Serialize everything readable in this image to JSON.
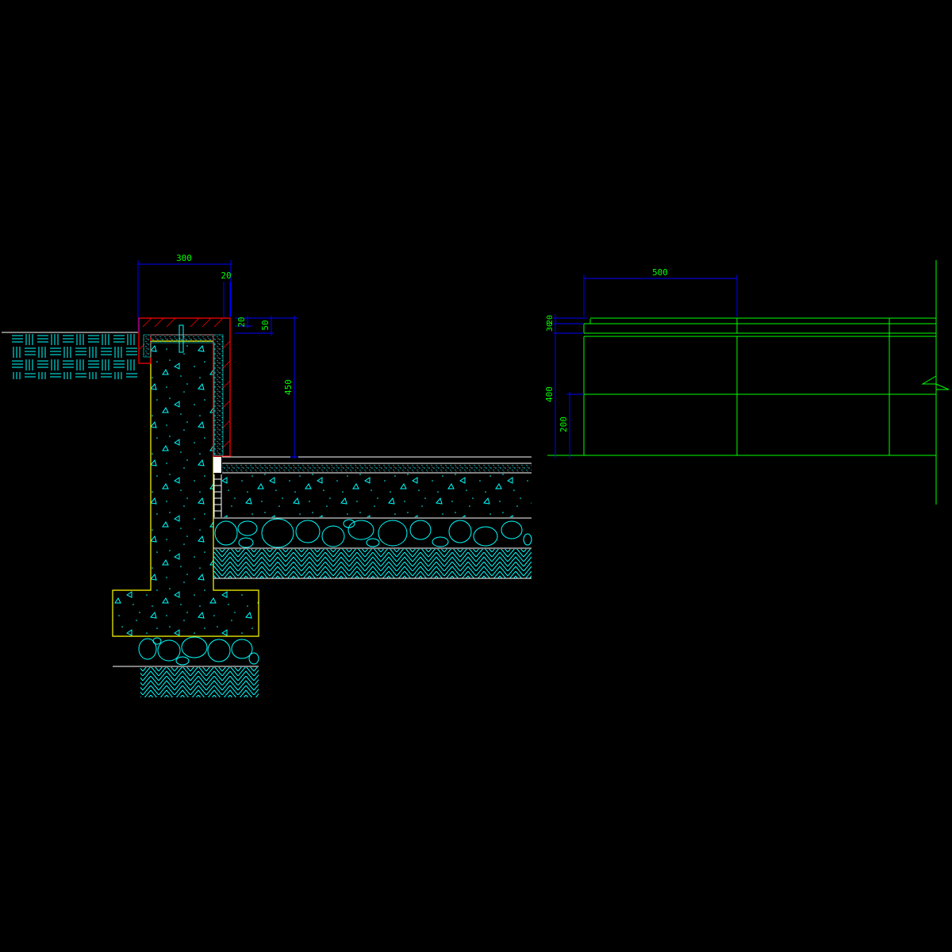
{
  "section_view": {
    "dimensions": {
      "width_300": "300",
      "gap_20_top": "20",
      "gap_20": "20",
      "depth_50": "50",
      "height_450": "450"
    }
  },
  "elevation_view": {
    "dimensions": {
      "width_500": "500",
      "thickness_30": "30",
      "thickness_20": "20",
      "height_400": "400",
      "height_200": "200"
    }
  },
  "colors": {
    "dimension_line": "#0000ff",
    "dimension_text": "#00ff00",
    "hatch": "#00ffff",
    "wall_outline": "#ffff00",
    "coping": "#ff0000",
    "elevation_lines": "#00ff00",
    "background": "#000000"
  }
}
